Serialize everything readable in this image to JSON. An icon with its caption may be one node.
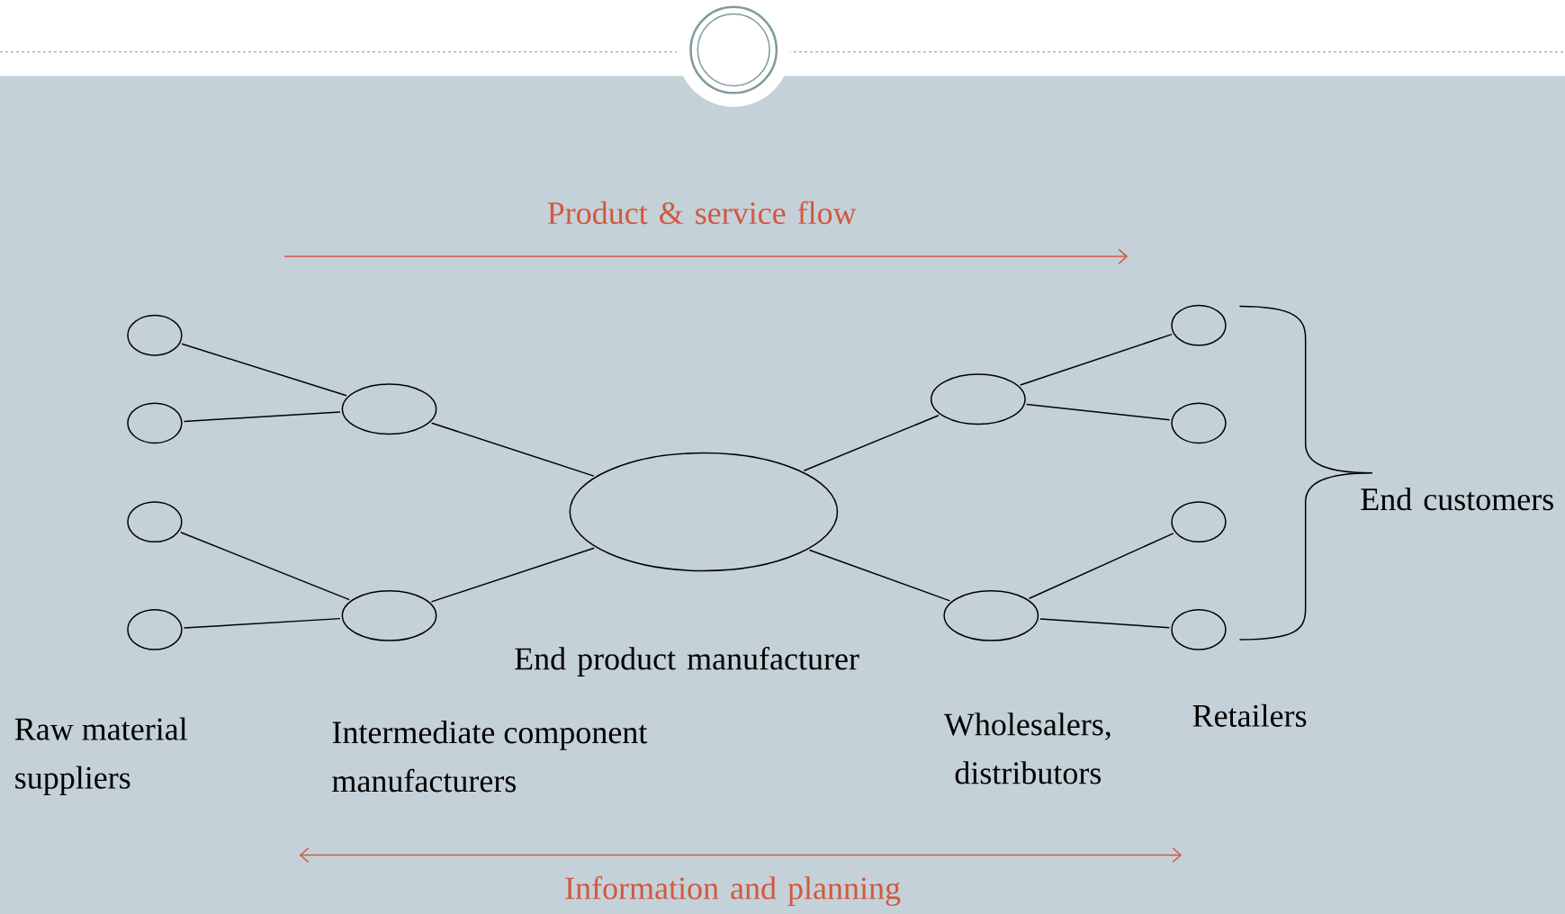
{
  "diagram": {
    "nodes": [
      {
        "text": [],
        "shape": "ellipse"
      },
      {
        "text": [],
        "shape": "ellipse"
      },
      {
        "text": [],
        "shape": "ellipse"
      },
      {
        "text": [],
        "shape": "ellipse"
      },
      {
        "text": [],
        "shape": "ellipse"
      },
      {
        "text": [],
        "shape": "ellipse"
      },
      {
        "text": [],
        "shape": "ellipse"
      },
      {
        "text": [],
        "shape": "ellipse"
      },
      {
        "text": [],
        "shape": "ellipse"
      },
      {
        "text": [],
        "shape": "ellipse"
      },
      {
        "text": [],
        "shape": "ellipse"
      },
      {
        "text": [],
        "shape": "ellipse"
      },
      {
        "text": [],
        "shape": "ellipse"
      }
    ],
    "edges": [
      {
        "from": 0,
        "to": 4,
        "arrow": "none"
      },
      {
        "from": 1,
        "to": 4,
        "arrow": "none"
      },
      {
        "from": 2,
        "to": 5,
        "arrow": "none"
      },
      {
        "from": 3,
        "to": 5,
        "arrow": "none"
      },
      {
        "from": 4,
        "to": 6,
        "arrow": "none"
      },
      {
        "from": 5,
        "to": 6,
        "arrow": "none"
      },
      {
        "from": 6,
        "to": 7,
        "arrow": "none"
      },
      {
        "from": 6,
        "to": 8,
        "arrow": "none"
      },
      {
        "from": 7,
        "to": 9,
        "arrow": "none"
      },
      {
        "from": 7,
        "to": 10,
        "arrow": "none"
      },
      {
        "from": 8,
        "to": 11,
        "arrow": "none"
      },
      {
        "from": 8,
        "to": 12,
        "arrow": "none"
      }
    ],
    "labels": [
      "Product & service flow",
      "End customers",
      "End product manufacturer",
      "Raw material suppliers",
      "Intermediate component manufacturers",
      "Wholesalers, distributors",
      "Retailers",
      "Information and planning"
    ]
  }
}
